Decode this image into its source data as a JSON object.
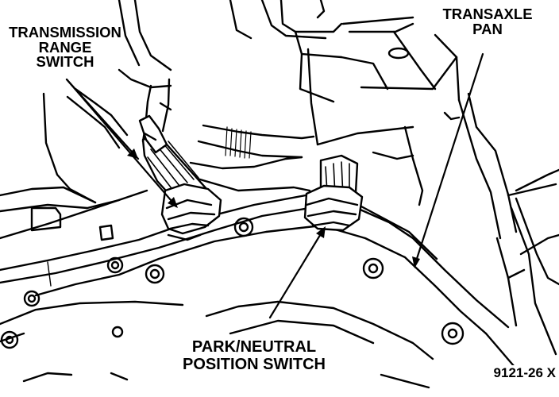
{
  "labels": {
    "transmission_range_switch": [
      "TRANSMISSION",
      "RANGE",
      "SWITCH"
    ],
    "transaxle_pan": [
      "TRANSAXLE",
      "PAN"
    ],
    "park_neutral_position_switch": [
      "PARK/NEUTRAL",
      "POSITION SWITCH"
    ]
  },
  "figure_id": "9121-26 X"
}
